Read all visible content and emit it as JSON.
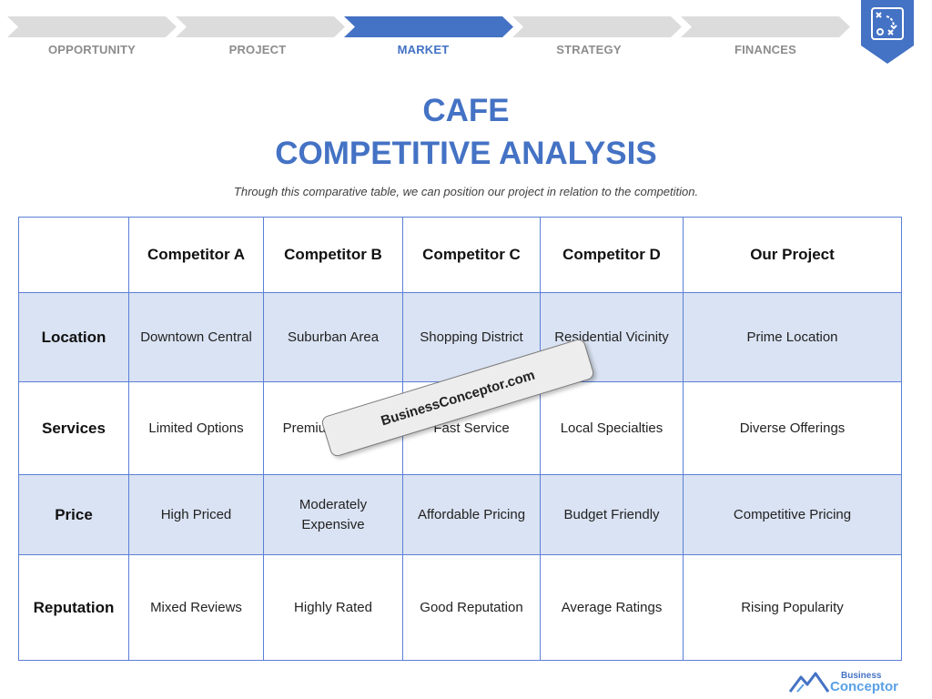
{
  "nav": {
    "steps": [
      {
        "label": "OPPORTUNITY",
        "active": false
      },
      {
        "label": "PROJECT",
        "active": false
      },
      {
        "label": "MARKET",
        "active": true
      },
      {
        "label": "STRATEGY",
        "active": false
      },
      {
        "label": "FINANCES",
        "active": false
      }
    ],
    "badge_icon": "strategy-board-icon",
    "inactive_color": "#dcdcdc",
    "active_color": "#4472c4"
  },
  "title": {
    "line1": "CAFE",
    "line2": "COMPETITIVE ANALYSIS"
  },
  "subtitle": "Through this comparative table, we can position our project in relation to the competition.",
  "table": {
    "headers": [
      "",
      "Competitor A",
      "Competitor B",
      "Competitor C",
      "Competitor D",
      "Our Project"
    ],
    "rows": [
      {
        "label": "Location",
        "cells": [
          "Downtown Central",
          "Suburban Area",
          "Shopping District",
          "Residential Vicinity",
          "Prime Location"
        ],
        "shaded": true
      },
      {
        "label": "Services",
        "cells": [
          "Limited Options",
          "Premium Quality",
          "Fast Service",
          "Local Specialties",
          "Diverse Offerings"
        ],
        "shaded": false
      },
      {
        "label": "Price",
        "cells": [
          "High Priced",
          "Moderately Expensive",
          "Affordable Pricing",
          "Budget Friendly",
          "Competitive Pricing"
        ],
        "shaded": true
      },
      {
        "label": "Reputation",
        "cells": [
          "Mixed Reviews",
          "Highly Rated",
          "Good Reputation",
          "Average Ratings",
          "Rising Popularity"
        ],
        "shaded": false
      }
    ],
    "shade_color": "#dae3f3",
    "border_color": "#5b7fd6"
  },
  "watermark": "BusinessConceptor.com",
  "logo": {
    "top": "Business",
    "bottom": "Conceptor",
    "icon": "mountain-logo-icon"
  }
}
